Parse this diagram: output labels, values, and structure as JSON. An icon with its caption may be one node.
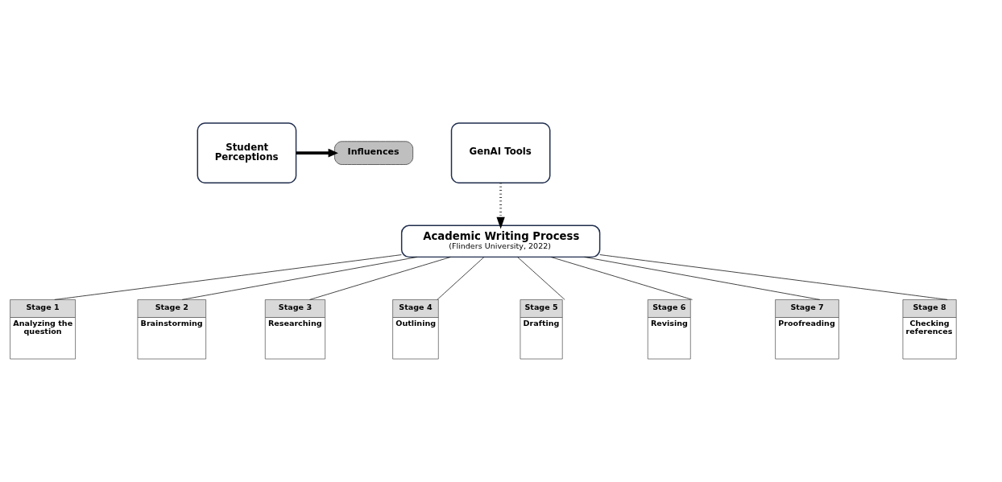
{
  "diagram": {
    "nodes": [
      {
        "text": [
          "Student Perceptions"
        ]
      },
      {
        "text": [
          "Influences"
        ]
      },
      {
        "text": [
          "GenAI Tools"
        ]
      },
      {
        "text": [
          "Academic Writing Process",
          "(Flinders University, 2022)"
        ]
      },
      {
        "text": [
          "Stage 1",
          "Analyzing the question"
        ]
      },
      {
        "text": [
          "Stage 2",
          "Brainstorming"
        ]
      },
      {
        "text": [
          "Stage 3",
          "Researching"
        ]
      },
      {
        "text": [
          "Stage 4",
          "Outlining"
        ]
      },
      {
        "text": [
          "Stage 5",
          "Drafting"
        ]
      },
      {
        "text": [
          "Stage 6",
          "Revising"
        ]
      },
      {
        "text": [
          "Stage 7",
          "Proofreading"
        ]
      },
      {
        "text": [
          "Stage 8",
          "Checking references"
        ]
      }
    ],
    "edges": [
      {
        "from": 0,
        "to": 1,
        "arrow": "to",
        "style": "thick"
      },
      {
        "from": 2,
        "to": 3,
        "arrow": "to",
        "style": "dashed"
      },
      {
        "from": 3,
        "to": 4,
        "arrow": "none"
      },
      {
        "from": 3,
        "to": 5,
        "arrow": "none"
      },
      {
        "from": 3,
        "to": 6,
        "arrow": "none"
      },
      {
        "from": 3,
        "to": 7,
        "arrow": "none"
      },
      {
        "from": 3,
        "to": 8,
        "arrow": "none"
      },
      {
        "from": 3,
        "to": 9,
        "arrow": "none"
      },
      {
        "from": 3,
        "to": 10,
        "arrow": "none"
      },
      {
        "from": 3,
        "to": 11,
        "arrow": "none"
      }
    ]
  }
}
